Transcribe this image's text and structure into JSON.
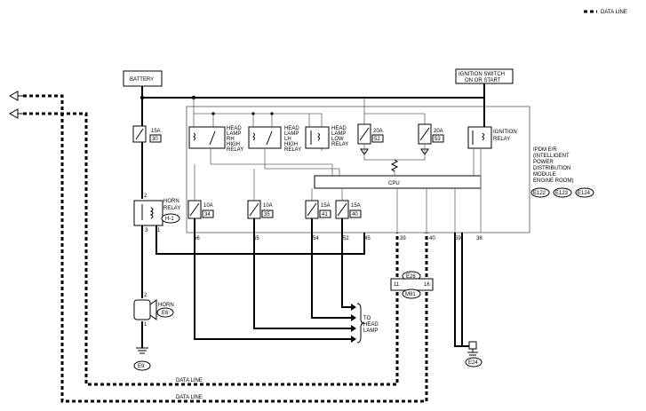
{
  "legend": {
    "label": "DATA LINE"
  },
  "battery": {
    "label": "BATTERY"
  },
  "ignition": {
    "line1": "IGNITION SWITCH",
    "line2": "ON OR START"
  },
  "fuses_top": [
    {
      "amp": "15A",
      "num": "30"
    },
    {
      "amp": "20A",
      "num": "52"
    },
    {
      "amp": "20A",
      "num": "53"
    }
  ],
  "relays_top": [
    {
      "lines": [
        "HEAD",
        "LAMP",
        "RH",
        "HIGH",
        "RELAY"
      ]
    },
    {
      "lines": [
        "HEAD",
        "LAMP",
        "LH",
        "HIGH",
        "RELAY"
      ]
    },
    {
      "lines": [
        "HEAD",
        "LAMP",
        "LOW",
        "RELAY"
      ]
    },
    {
      "lines": [
        "IGNITION",
        "RELAY"
      ]
    }
  ],
  "fuses_bottom": [
    {
      "amp": "10A",
      "num": "34"
    },
    {
      "amp": "10A",
      "num": "35"
    },
    {
      "amp": "15A",
      "num": "41"
    },
    {
      "amp": "15A",
      "num": "40"
    }
  ],
  "cpu": {
    "label": "CPU"
  },
  "ipdm": {
    "lines": [
      "IPDM E/R",
      "(INTELLIGENT",
      "POWER",
      "DISTRIBUTION",
      "MODULE",
      "ENGINE ROOM)"
    ],
    "connectors": [
      "E122",
      "E123",
      "E124"
    ]
  },
  "pins": [
    "56",
    "55",
    "54",
    "52",
    "45",
    "39",
    "40",
    "59",
    "38"
  ],
  "horn_relay": {
    "lines": [
      "HORN",
      "RELAY"
    ],
    "ref": "H-1",
    "pin_top": "2",
    "pin_left": "3",
    "pin_right": "1"
  },
  "horn": {
    "label": "HORN",
    "ref": "E6",
    "pin_top": "2",
    "pin_bottom": "1"
  },
  "ground_left": {
    "ref": "E9"
  },
  "ground_right": {
    "ref": "E24"
  },
  "connector_mid": {
    "top": "E26",
    "bottom": "M91",
    "pin_left": "11",
    "pin_right": "16"
  },
  "to_headlamp": {
    "lines": [
      "TO",
      "HEAD",
      "LAMP"
    ]
  },
  "data_line_1": "DATA LINE",
  "data_line_2": "DATA LINE"
}
